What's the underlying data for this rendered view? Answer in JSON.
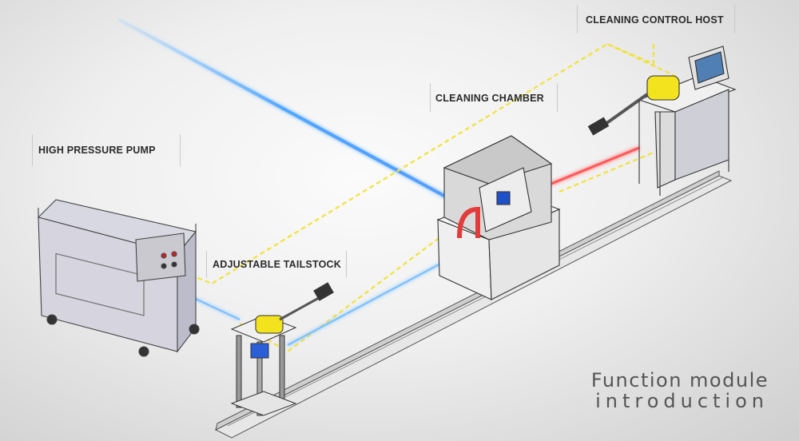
{
  "labels": {
    "pump": "HIGH PRESSURE PUMP",
    "tailstock": "ADJUSTABLE TAILSTOCK",
    "chamber": "CLEANING CHAMBER",
    "host": "CLEANING CONTROL HOST"
  },
  "title": {
    "line1": "Function module",
    "line2": "introduction"
  },
  "colors": {
    "yellow_link": "#f2e23a",
    "blue_link": "#6fb4ff",
    "red_link": "#ff5a5a",
    "machine_yellow": "#f3e21e",
    "title_text": "#555555"
  }
}
